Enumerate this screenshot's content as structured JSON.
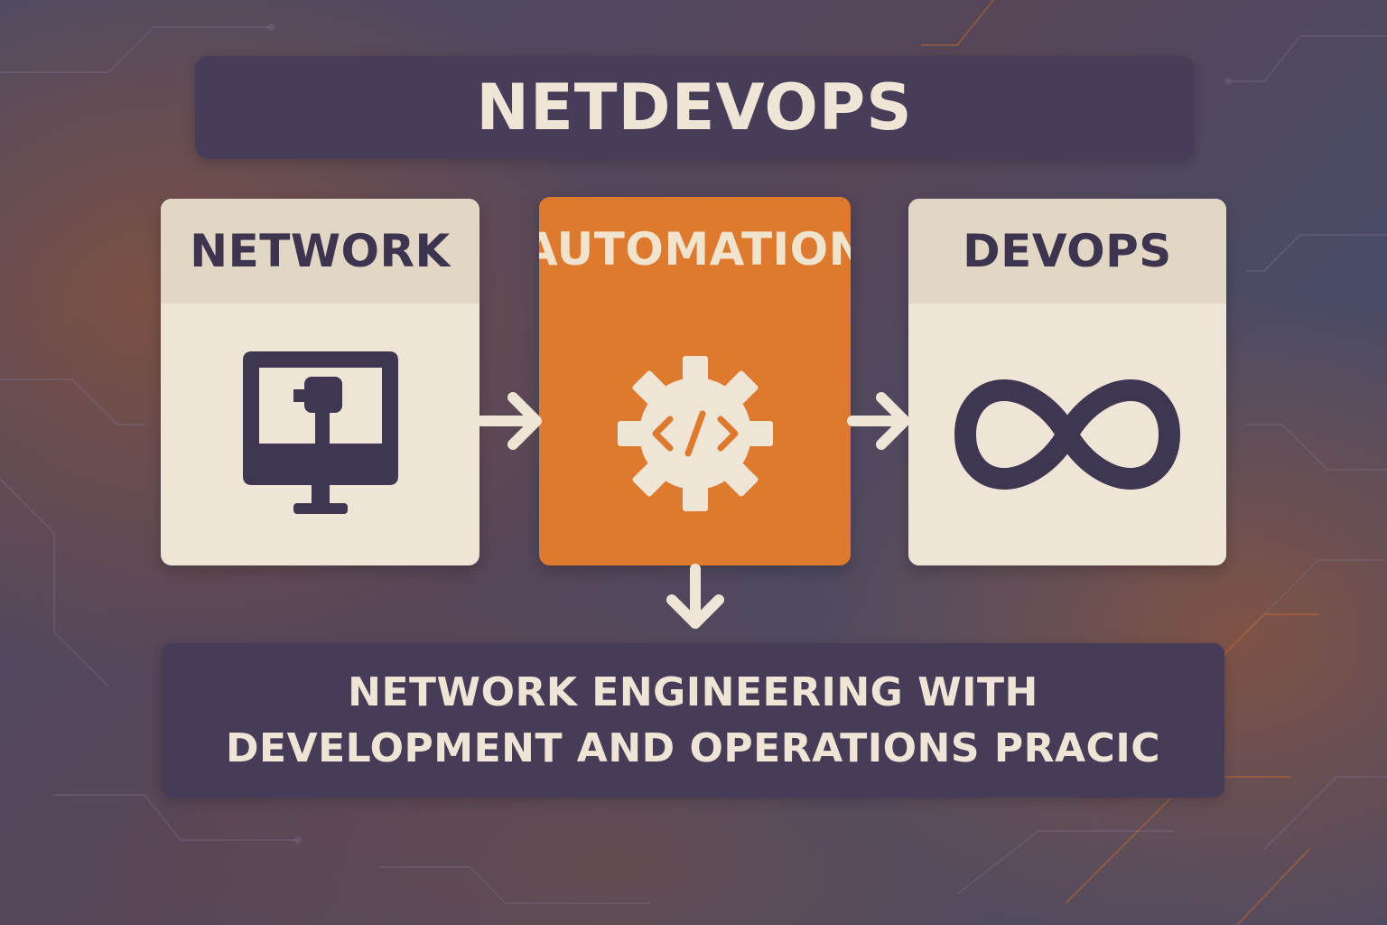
{
  "title": "NETDEVOPS",
  "cards": [
    {
      "label": "NETWORK",
      "icon": "monitor-icon"
    },
    {
      "label": "AUTOMATION",
      "icon": "gear-code-icon"
    },
    {
      "label": "DEVOPS",
      "icon": "infinity-icon"
    }
  ],
  "summary": {
    "line1": "NETWORK ENGINEERING WITH",
    "line2": "DEVELOPMENT AND OPERATIONS PRACIC"
  },
  "colors": {
    "background": "#4e4a62",
    "dark_panel": "#463c58",
    "cream": "#efe5d6",
    "orange": "#dd7a2e",
    "icon_dark": "#3f3652"
  }
}
